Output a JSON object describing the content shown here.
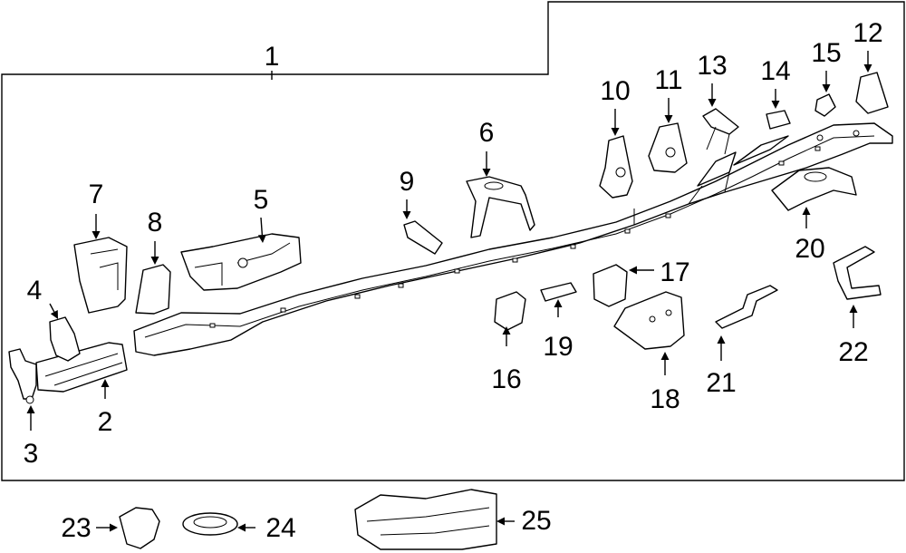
{
  "diagram": {
    "title": "",
    "labels": {
      "c1": "1",
      "c2": "2",
      "c3": "3",
      "c4": "4",
      "c5": "5",
      "c6": "6",
      "c7": "7",
      "c8": "8",
      "c9": "9",
      "c10": "10",
      "c11": "11",
      "c12": "12",
      "c13": "13",
      "c14": "14",
      "c15": "15",
      "c16": "16",
      "c17": "17",
      "c18": "18",
      "c19": "19",
      "c20": "20",
      "c21": "21",
      "c22": "22",
      "c23": "23",
      "c24": "24",
      "c25": "25"
    }
  }
}
